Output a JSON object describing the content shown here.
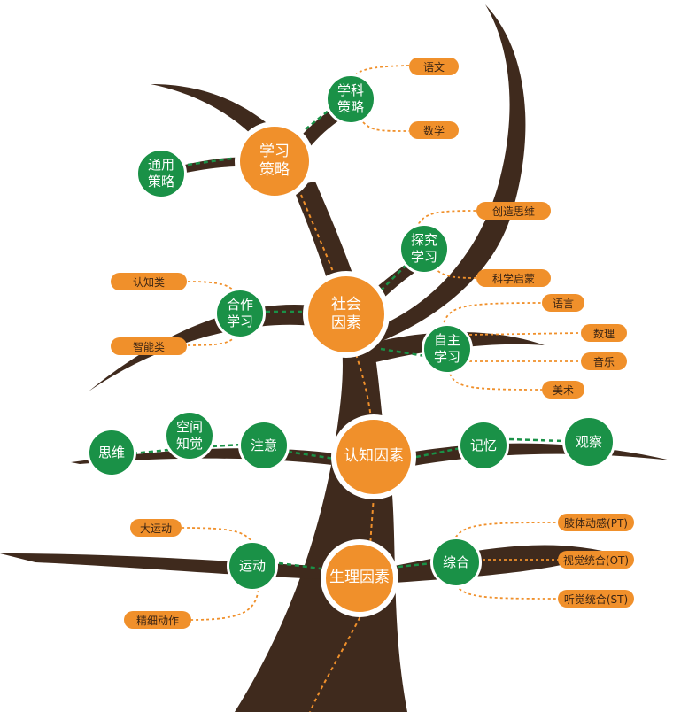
{
  "colors": {
    "trunk": "#3f2a1d",
    "orange": "#f0902b",
    "green": "#1a9147",
    "dash_green": "#1a9147",
    "dash_orange": "#f0902b"
  },
  "hubs": {
    "study_strategy": "学习\n策略",
    "social": "社会\n因素",
    "cognitive": "认知因素",
    "physio": "生理因素"
  },
  "nodes": {
    "general_strategy": "通用\n策略",
    "subject_strategy": "学科\n策略",
    "inquiry": "探究\n学习",
    "cooperative": "合作\n学习",
    "autonomous": "自主\n学习",
    "thinking": "思维",
    "spatial": "空间\n知觉",
    "attention": "注意",
    "memory": "记忆",
    "observation": "观察",
    "movement": "运动",
    "integration": "综合"
  },
  "tags": {
    "chinese": "语文",
    "math": "数学",
    "creative": "创造思维",
    "science": "科学启蒙",
    "cognitive_type": "认知类",
    "intellect_type": "智能类",
    "language": "语言",
    "numeracy": "数理",
    "music": "音乐",
    "art": "美术",
    "gross_motor": "大运动",
    "fine_motor": "精细动作",
    "limb": "肢体动感(PT)",
    "visual": "视觉统合(OT)",
    "auditory": "听觉统合(ST)"
  }
}
